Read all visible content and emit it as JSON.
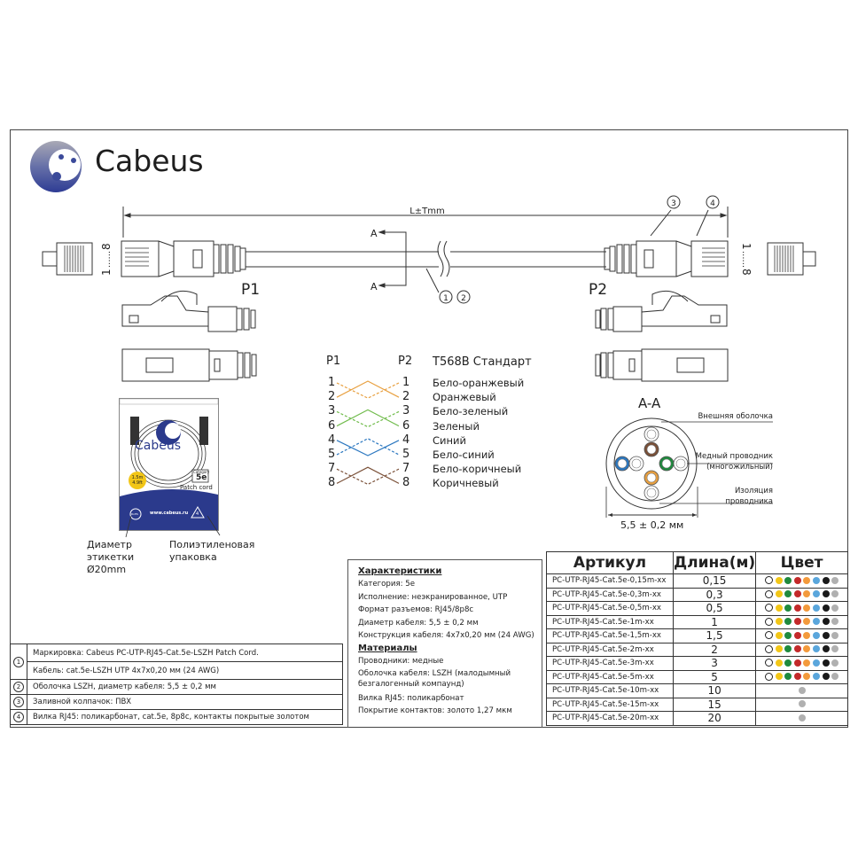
{
  "brand": {
    "name": "Cabeus",
    "accent": "#3b4a9a"
  },
  "drawing": {
    "length_label": "L±Tmm",
    "section_marker": "A",
    "pin_range_start": "1",
    "pin_range_sep": "......",
    "pin_range_end": "8",
    "plug_left_label": "P1",
    "plug_right_label": "P2",
    "callouts": [
      "1",
      "2",
      "3",
      "4"
    ]
  },
  "wiring": {
    "col_p1": "P1",
    "col_p2": "P2",
    "standard_title": "T568B Стандарт",
    "pairs": [
      {
        "p1": "1",
        "p2": "1",
        "name": "Бело-оранжевый",
        "color": "#e8a040",
        "dashed": true
      },
      {
        "p1": "2",
        "p2": "2",
        "name": "Оранжевый",
        "color": "#e8a040",
        "dashed": false
      },
      {
        "p1": "3",
        "p2": "3",
        "name": "Бело-зеленый",
        "color": "#6fbb4a",
        "dashed": true
      },
      {
        "p1": "6",
        "p2": "6",
        "name": "Зеленый",
        "color": "#6fbb4a",
        "dashed": false
      },
      {
        "p1": "4",
        "p2": "4",
        "name": "Синий",
        "color": "#2b77c0",
        "dashed": false
      },
      {
        "p1": "5",
        "p2": "5",
        "name": "Бело-синий",
        "color": "#2b77c0",
        "dashed": true
      },
      {
        "p1": "7",
        "p2": "7",
        "name": "Бело-коричнеый",
        "color": "#7a5038",
        "dashed": true
      },
      {
        "p1": "8",
        "p2": "8",
        "name": "Коричневый",
        "color": "#7a5038",
        "dashed": false
      }
    ]
  },
  "cross_section": {
    "title": "A-A",
    "outer_sheath": "Внешняя оболочка",
    "conductor": "Медный проводник",
    "conductor_note": "(многожильный)",
    "insulation_1": "Изоляция",
    "insulation_2": "проводника",
    "diameter": "5,5 ± 0,2 мм"
  },
  "package": {
    "brand": "Cabeus",
    "length_badge_m": "1.5m",
    "length_badge_ft": "4.9ft",
    "category_label": "Category",
    "category_value": "5e",
    "patch_cord": "Patch cord",
    "website": "www.cabeus.ru",
    "rohs": "RoHS",
    "recycle_num": "4",
    "label_diameter_1": "Диаметр",
    "label_diameter_2": "этикетки",
    "label_diameter_3": "Ø20mm",
    "label_pack_1": "Полиэтиленовая",
    "label_pack_2": "упаковка"
  },
  "specs": {
    "characteristics_title": "Характеристики",
    "characteristics": [
      "Категория: 5e",
      "Исполнение: неэкранированное, UTP",
      "Формат разъемов: RJ45/8p8c",
      "Диаметр кабеля: 5,5 ± 0,2 мм",
      "Конструкция кабеля: 4x7x0,20 мм (24 AWG)"
    ],
    "materials_title": "Материалы",
    "materials": [
      "Проводники: медные",
      "Оболочка кабеля: LSZH (малодымный",
      "безгалогенный компаунд)",
      "Вилка RJ45: поликарбонат",
      "Покрытие контактов: золото 1,27 мкм"
    ]
  },
  "notes": [
    {
      "num": "1",
      "text": "Маркировка: Cabeus PC-UTP-RJ45-Cat.5e-LSZH Patch Cord."
    },
    {
      "num": "",
      "text": "Кабель: cat.5e-LSZH UTP 4x7x0,20 мм (24 AWG)"
    },
    {
      "num": "2",
      "text": "Оболочка LSZH, диаметр кабеля: 5,5 ± 0,2 мм"
    },
    {
      "num": "3",
      "text": "Заливной колпачок: ПВХ"
    },
    {
      "num": "4",
      "text": "Вилка RJ45: поликарбонат, cat.5e, 8p8c, контакты покрытые золотом"
    }
  ],
  "products": {
    "headers": [
      "Артикул",
      "Длина(м)",
      "Цвет"
    ],
    "full_palette": [
      "#ffffff",
      "#f2c617",
      "#1f8a3e",
      "#c32a2a",
      "#f39a3c",
      "#5aa6dc",
      "#1a1a1a",
      "#b0b0b0"
    ],
    "rows": [
      {
        "sku": "PC-UTP-RJ45-Cat.5e-0,15m-xx",
        "length": "0,15",
        "colors": "full"
      },
      {
        "sku": "PC-UTP-RJ45-Cat.5e-0,3m-xx",
        "length": "0,3",
        "colors": "full"
      },
      {
        "sku": "PC-UTP-RJ45-Cat.5e-0,5m-xx",
        "length": "0,5",
        "colors": "full"
      },
      {
        "sku": "PC-UTP-RJ45-Cat.5e-1m-xx",
        "length": "1",
        "colors": "full"
      },
      {
        "sku": "PC-UTP-RJ45-Cat.5e-1,5m-xx",
        "length": "1,5",
        "colors": "full"
      },
      {
        "sku": "PC-UTP-RJ45-Cat.5e-2m-xx",
        "length": "2",
        "colors": "full"
      },
      {
        "sku": "PC-UTP-RJ45-Cat.5e-3m-xx",
        "length": "3",
        "colors": "full"
      },
      {
        "sku": "PC-UTP-RJ45-Cat.5e-5m-xx",
        "length": "5",
        "colors": "full"
      },
      {
        "sku": "PC-UTP-RJ45-Cat.5e-10m-xx",
        "length": "10",
        "colors": "grey"
      },
      {
        "sku": "PC-UTP-RJ45-Cat.5e-15m-xx",
        "length": "15",
        "colors": "grey"
      },
      {
        "sku": "PC-UTP-RJ45-Cat.5e-20m-xx",
        "length": "20",
        "colors": "grey"
      }
    ]
  }
}
